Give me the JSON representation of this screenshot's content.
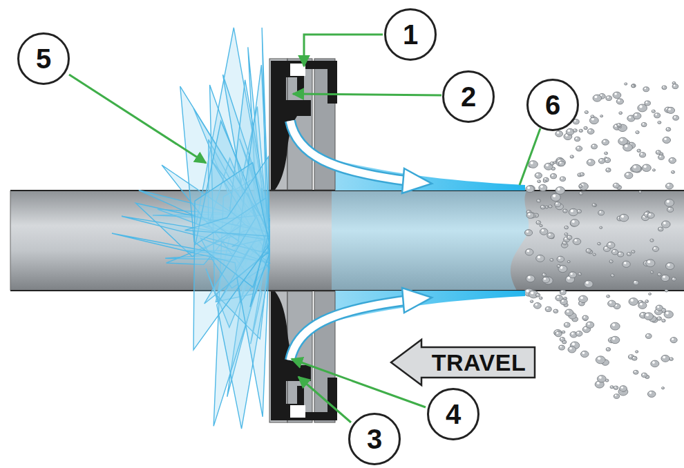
{
  "diagram": {
    "nodes": [
      {
        "text": [
          "1"
        ]
      },
      {
        "text": [
          "5"
        ]
      },
      {
        "text": [
          "2"
        ]
      },
      {
        "text": [
          "6"
        ]
      },
      {
        "text": [
          "TRAVEL"
        ]
      },
      {
        "text": [
          "4"
        ]
      },
      {
        "text": [
          "3"
        ]
      }
    ]
  }
}
